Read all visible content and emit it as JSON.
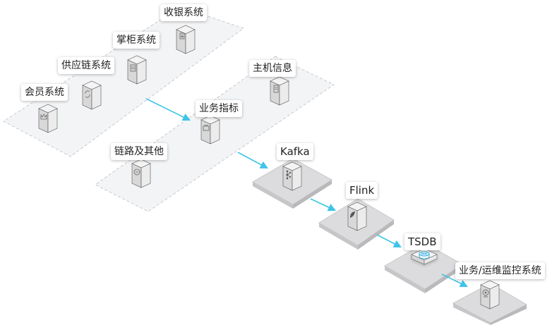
{
  "nodes": {
    "pos": {
      "label": "收银系统",
      "icon": "download-icon"
    },
    "shopowner": {
      "label": "掌柜系统",
      "icon": "list-icon"
    },
    "supply": {
      "label": "供应链系统",
      "icon": "refresh-icon"
    },
    "member": {
      "label": "会员系统",
      "icon": "crown-icon"
    },
    "host": {
      "label": "主机信息",
      "icon": "server-icon"
    },
    "biz": {
      "label": "业务指标",
      "icon": "briefcase-icon"
    },
    "trace": {
      "label": "链路及其他",
      "icon": "link-icon"
    },
    "kafka": {
      "label": "Kafka",
      "icon": "kafka-icon"
    },
    "flink": {
      "label": "Flink",
      "icon": "flink-icon"
    },
    "tsdb": {
      "label": "TSDB",
      "icon": "database-icon"
    },
    "monitor": {
      "label": "业务/运维监控系统",
      "icon": "monitor-icon"
    }
  },
  "colors": {
    "arrow": "#3ec4e8",
    "panel_fill": "#f3f4f6",
    "panel_border": "#c4c9d0",
    "platform_top": "#dcdcde",
    "box": "#e9e9e9",
    "box_side": "#d3d3d3",
    "tsdb_icon": "#37b0e2"
  }
}
